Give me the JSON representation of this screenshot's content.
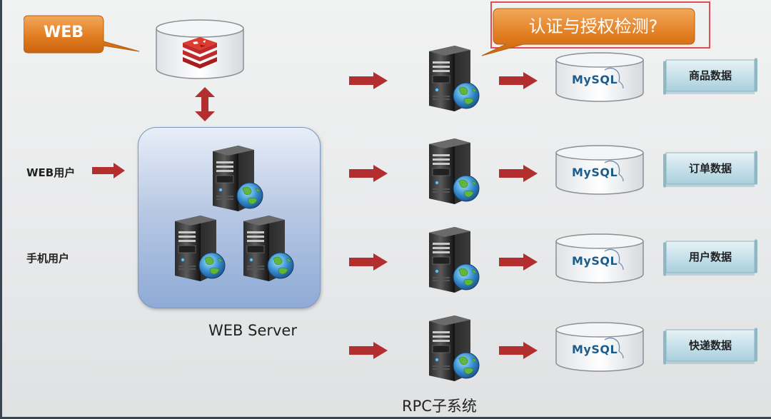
{
  "callouts": {
    "web_label": "WEB",
    "auth_question": "认证与授权检测?"
  },
  "users": {
    "web_user": "WEB用户",
    "mobile_user": "手机用户"
  },
  "captions": {
    "web_server": "WEB Server",
    "rpc_subsystem": "RPC子系统"
  },
  "databases": [
    {
      "logo": "MySQL",
      "label": "商品数据"
    },
    {
      "logo": "MySQL",
      "label": "订单数据"
    },
    {
      "logo": "MySQL",
      "label": "用户数据"
    },
    {
      "logo": "MySQL",
      "label": "快递数据"
    }
  ],
  "colors": {
    "arrow": "#b32f2f",
    "callout": "#e07a1e",
    "highlight_border": "#e34b56",
    "cluster": "#a5bbdf"
  },
  "icons": {
    "cache": "redis-icon",
    "server": "server-tower-icon",
    "globe": "globe-icon",
    "database": "database-cylinder-icon"
  }
}
